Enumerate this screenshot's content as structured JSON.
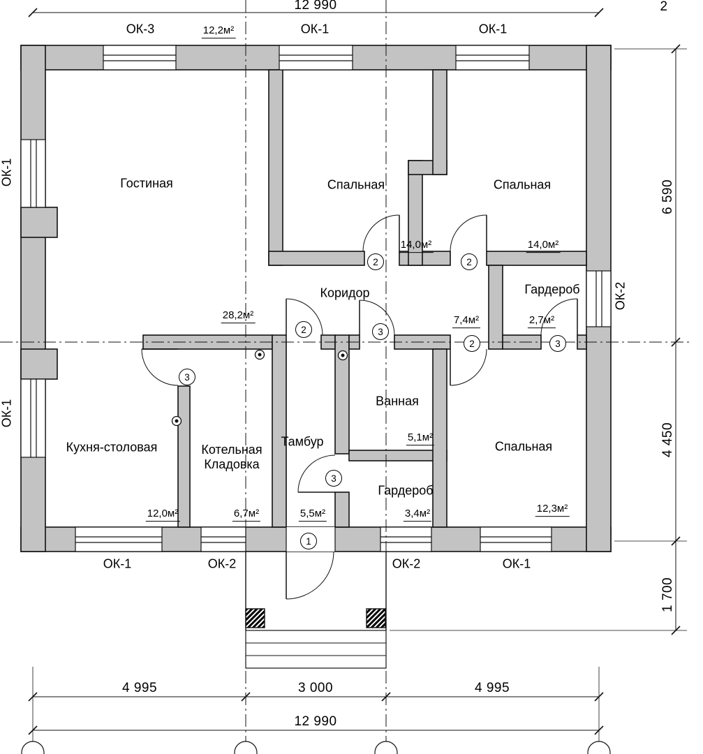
{
  "rooms": {
    "living": {
      "name": "Гостиная",
      "area": "28,2м²"
    },
    "bedroom1": {
      "name": "Спальная",
      "area": "14,0м²"
    },
    "bedroom2": {
      "name": "Спальная",
      "area": "14,0м²"
    },
    "corridor": {
      "name": "Коридор",
      "area": "7,4м²"
    },
    "wardrobe_top": {
      "name": "Гардероб",
      "area": "2,7м²"
    },
    "kitchen": {
      "name": "Кухня-столовая",
      "area": "12,0м²"
    },
    "boiler": {
      "name_line1": "Котельная",
      "name_line2": "Кладовка",
      "area": "6,7м²"
    },
    "vestibule": {
      "name": "Тамбур",
      "area": "5,5м²"
    },
    "bathroom": {
      "name": "Ванная",
      "area": "5,1м²"
    },
    "wardrobe_bottom": {
      "name": "Гардероб",
      "area": "3,4м²"
    },
    "bedroom3": {
      "name": "Спальная",
      "area": "12,3м²"
    }
  },
  "exterior_area": "12,2м²",
  "windows": {
    "top_left": "ОК-3",
    "top_middle": "ОК-1",
    "top_right": "ОК-1",
    "left_upper": "ОК-1",
    "left_lower": "ОК-1",
    "right_side": "ОК-2",
    "bottom_kitchen": "ОК-1",
    "bottom_boiler": "ОК-2",
    "bottom_wardrobe": "ОК-2",
    "bottom_bedroom": "ОК-1"
  },
  "door_marks": {
    "entrance": "1",
    "vestibule": "2",
    "bedroom1": "2",
    "bedroom2": "2",
    "bedroom3": "2",
    "bathroom": "3",
    "wardrobe_top": "3",
    "boiler": "3",
    "wardrobe_bottom": "3"
  },
  "dimensions": {
    "total_top": "12 990",
    "total_bottom": "12 990",
    "span_left": "4 995",
    "span_middle": "3 000",
    "span_right": "4 995",
    "right_upper": "6 590",
    "right_lower": "4 450",
    "right_porch": "1 700",
    "corner_mark": "2"
  },
  "colors": {
    "wall_fill": "#c3c3c3",
    "line": "#111111"
  }
}
